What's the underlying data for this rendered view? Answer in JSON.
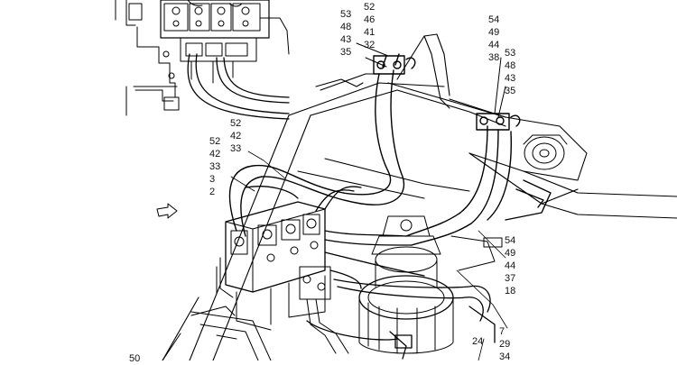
{
  "callouts": {
    "c1": [
      "53",
      "48",
      "43",
      "35"
    ],
    "c2": [
      "52",
      "46",
      "41",
      "32"
    ],
    "c3": [
      "54",
      "49",
      "44",
      "38"
    ],
    "c4": [
      "53",
      "48",
      "43",
      "35"
    ],
    "c5": [
      "52",
      "42",
      "33"
    ],
    "c6": [
      "52",
      "42",
      "33",
      "3",
      "2"
    ],
    "c7": [
      "54",
      "49",
      "44",
      "37",
      "18"
    ],
    "c8": [
      "7",
      "29",
      "34"
    ],
    "c9": [
      "24"
    ],
    "c10": [
      "50"
    ]
  }
}
